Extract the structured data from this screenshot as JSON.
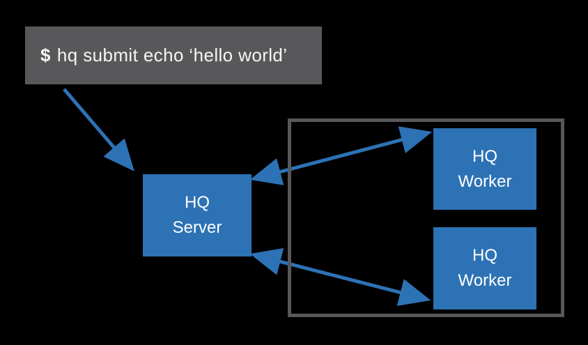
{
  "terminal": {
    "prompt": "$",
    "command": "hq submit echo ‘hello world’"
  },
  "server": {
    "label_line1": "HQ",
    "label_line2": "Server"
  },
  "workers": [
    {
      "label_line1": "HQ",
      "label_line2": "Worker"
    },
    {
      "label_line1": "HQ",
      "label_line2": "Worker"
    }
  ],
  "colors": {
    "background": "#000000",
    "node_blue": "#2d72b5",
    "arrow_blue": "#2d72b5",
    "box_gray": "#58585a",
    "text_white": "#ffffff"
  }
}
